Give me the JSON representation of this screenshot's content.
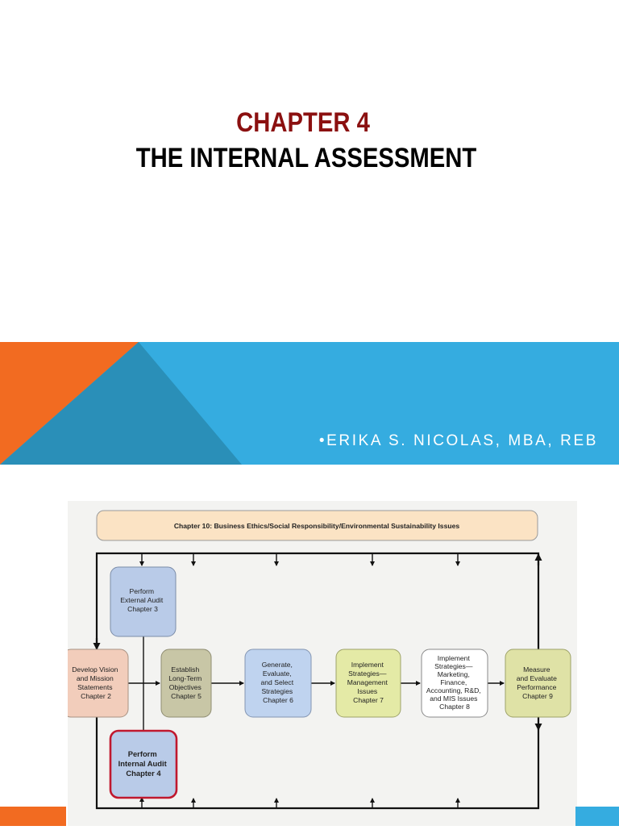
{
  "slide": {
    "chapter": "CHAPTER 4",
    "title": "THE INTERNAL ASSESSMENT",
    "author": "•ERIKA S. NICOLAS, MBA, REB"
  },
  "colors": {
    "chapter_text": "#8b1010",
    "banner_blue": "#35ace0",
    "banner_teal": "#2a8fb8",
    "banner_orange": "#f26b21"
  },
  "diagram": {
    "top_bar": "Chapter 10: Business Ethics/Social Responsibility/Environmental Sustainability Issues",
    "boxes": {
      "external_audit": [
        "Perform",
        "External Audit",
        "Chapter 3"
      ],
      "vision": [
        "Develop Vision",
        "and Mission",
        "Statements",
        "Chapter 2"
      ],
      "objectives": [
        "Establish",
        "Long-Term",
        "Objectives",
        "Chapter 5"
      ],
      "strategies": [
        "Generate,",
        "Evaluate,",
        "and Select",
        "Strategies",
        "Chapter 6"
      ],
      "implement_mgmt": [
        "Implement",
        "Strategies—",
        "Management",
        "Issues",
        "Chapter 7"
      ],
      "implement_mkt": [
        "Implement",
        "Strategies—",
        "Marketing,",
        "Finance,",
        "Accounting, R&D,",
        "and MIS Issues",
        "Chapter 8"
      ],
      "measure": [
        "Measure",
        "and Evaluate",
        "Performance",
        "Chapter 9"
      ],
      "internal_audit": [
        "Perform",
        "Internal Audit",
        "Chapter 4"
      ]
    }
  }
}
